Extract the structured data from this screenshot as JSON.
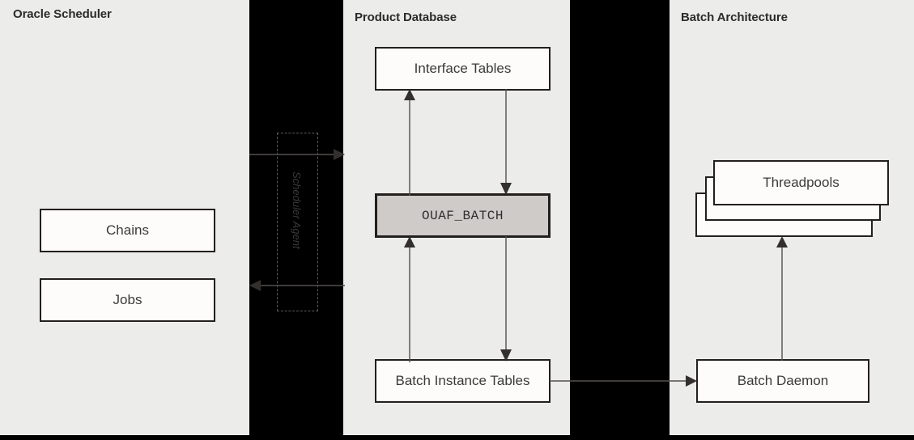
{
  "diagram": {
    "background_color": "#000000",
    "panel_color": "#ececeb",
    "node_fill": "#fdfcfa",
    "node_border": "#231f1d",
    "emphasis_fill": "#cecbc8",
    "connector_color": "#55504d"
  },
  "panels": [
    {
      "id": "oracle-scheduler",
      "title": "Oracle Scheduler"
    },
    {
      "id": "product-database",
      "title": "Product Database"
    },
    {
      "id": "batch-architecture",
      "title": "Batch Architecture"
    }
  ],
  "nodes": {
    "chains": "Chains",
    "jobs": "Jobs",
    "scheduler_agent": "Scheduler Agent",
    "interface_tables": "Interface Tables",
    "ouaf_batch": "OUAF_BATCH",
    "batch_instance_tables": "Batch Instance Tables",
    "threadpools": "Threadpools",
    "batch_daemon": "Batch Daemon"
  },
  "connectors": [
    {
      "id": "scheduler-to-database",
      "direction": "right"
    },
    {
      "id": "database-to-scheduler",
      "direction": "left"
    },
    {
      "id": "ouaf-batch-to-interface-tables",
      "direction": "up"
    },
    {
      "id": "interface-tables-to-ouaf-batch",
      "direction": "down"
    },
    {
      "id": "batch-instance-to-ouaf-batch",
      "direction": "up"
    },
    {
      "id": "ouaf-batch-to-batch-instance",
      "direction": "down"
    },
    {
      "id": "batch-instance-to-batch-daemon",
      "direction": "right"
    },
    {
      "id": "batch-daemon-to-threadpools",
      "direction": "up"
    }
  ]
}
